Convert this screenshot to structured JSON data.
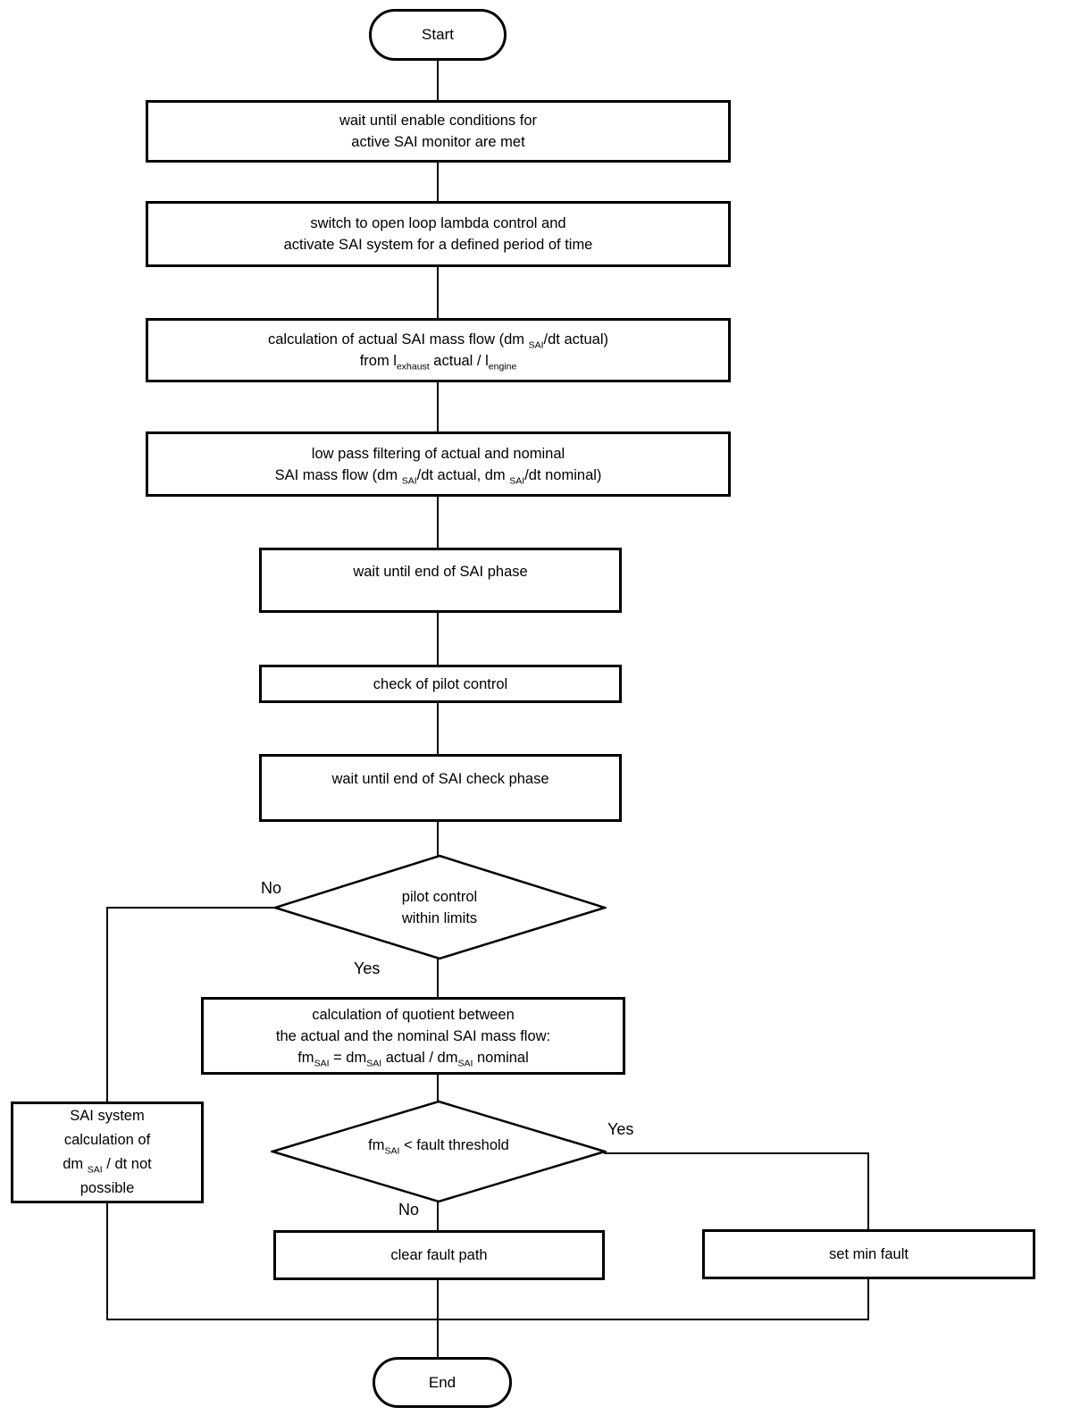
{
  "figure": {
    "background_color": "#ffffff",
    "line_color": "#000000"
  },
  "flowchart": {
    "start_label": "Start",
    "end_label": "End",
    "process_boxes": {
      "wait_enable": {
        "lines": [
          [
            "wait until enable conditions for"
          ],
          [
            "active SAI monitor are met"
          ]
        ]
      },
      "switch_open_loop": {
        "lines": [
          [
            "switch to open loop lambda control and"
          ],
          [
            "activate SAI system for a defined period of time"
          ]
        ]
      },
      "calc_actual_flow": {
        "lines": [
          [
            "calculation of actual SAI mass flow (dm ",
            {
              "sub": "SAI"
            },
            "/dt actual)"
          ],
          [
            "from l",
            {
              "sub": "exhaust"
            },
            " actual / l",
            {
              "sub": "engine"
            }
          ]
        ]
      },
      "low_pass_filter": {
        "lines": [
          [
            "low pass filtering of actual and nominal"
          ],
          [
            "SAI mass flow (dm ",
            {
              "sub": "SAI"
            },
            "/dt actual, dm ",
            {
              "sub": "SAI"
            },
            "/dt nominal)"
          ]
        ]
      },
      "wait_end_sai_phase": {
        "lines": [
          [
            "wait until end of SAI phase"
          ]
        ]
      },
      "check_pilot_control": {
        "lines": [
          [
            "check of pilot control"
          ]
        ]
      },
      "wait_end_check_phase": {
        "lines": [
          [
            "wait until end of SAI check phase"
          ]
        ]
      },
      "calc_quotient": {
        "lines": [
          [
            "calculation of quotient between"
          ],
          [
            "the actual and the nominal SAI mass flow:"
          ],
          [
            "fm",
            {
              "sub": "SAI"
            },
            " = dm",
            {
              "sub": "SAI"
            },
            " actual / dm",
            {
              "sub": "SAI"
            },
            " nominal"
          ]
        ]
      },
      "sai_not_possible": {
        "lines": [
          [
            "SAI system"
          ],
          [
            "calculation of"
          ],
          [
            "dm ",
            {
              "sub": "SAI"
            },
            " / dt not"
          ],
          [
            "possible"
          ]
        ]
      },
      "clear_fault_path": {
        "lines": [
          [
            "clear fault path"
          ]
        ]
      },
      "set_min_fault": {
        "lines": [
          [
            "set min fault"
          ]
        ]
      }
    },
    "decisions": {
      "pilot_within_limits": {
        "lines": [
          [
            "pilot control"
          ],
          [
            "within limits"
          ]
        ],
        "no_label": "No",
        "yes_label": "Yes"
      },
      "fault_threshold": {
        "lines": [
          [
            "fm",
            {
              "sub": "SAI"
            },
            " < fault threshold"
          ]
        ],
        "yes_label": "Yes",
        "no_label": "No"
      }
    }
  }
}
